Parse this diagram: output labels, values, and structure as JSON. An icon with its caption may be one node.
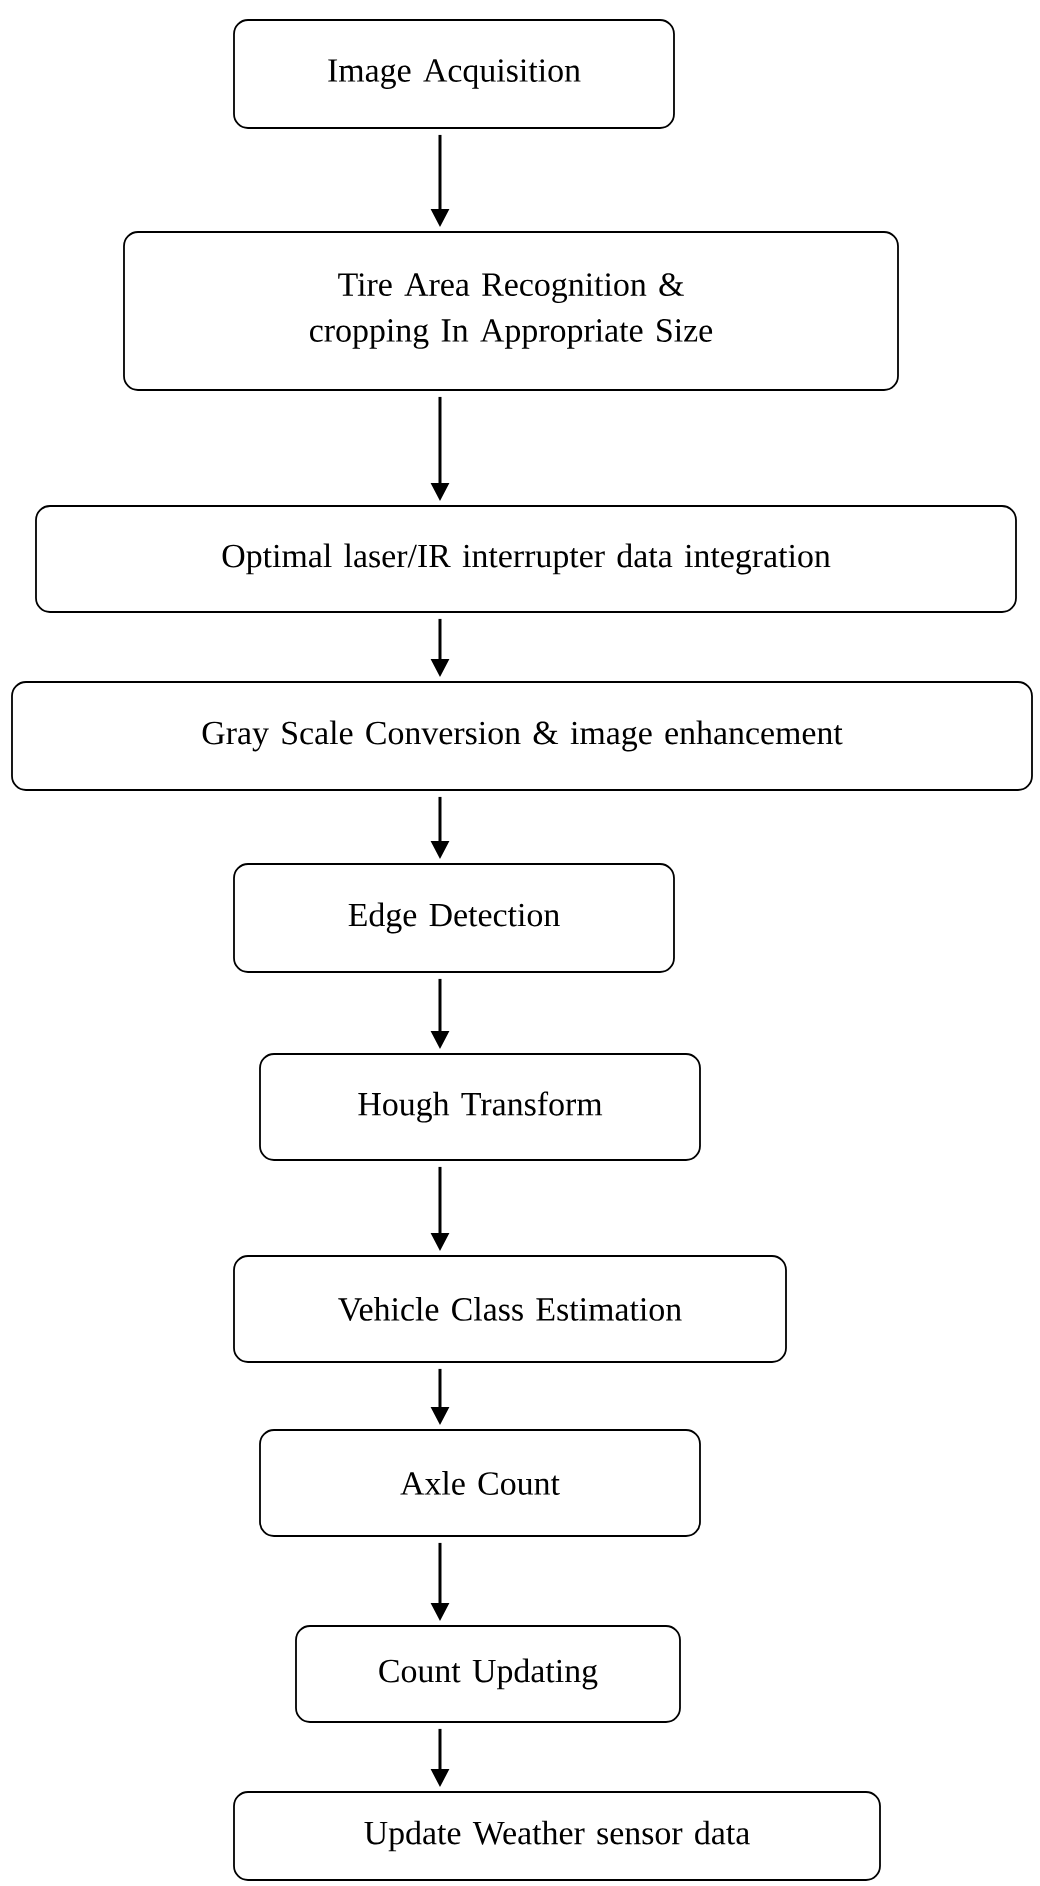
{
  "diagram": {
    "nodes": [
      {
        "text": [
          "Image Acquisition"
        ]
      },
      {
        "text": [
          "Tire Area Recognition & cropping In Appropriate Size"
        ]
      },
      {
        "text": [
          "Optimal laser/IR interrupter data integration"
        ]
      },
      {
        "text": [
          "Gray Scale Conversion & image enhancement"
        ]
      },
      {
        "text": [
          "Edge Detection"
        ]
      },
      {
        "text": [
          "Hough Transform"
        ]
      },
      {
        "text": [
          "Vehicle Class Estimation"
        ]
      },
      {
        "text": [
          "Axle Count"
        ]
      },
      {
        "text": [
          "Count Updating"
        ]
      },
      {
        "text": [
          "Update Weather sensor data"
        ]
      }
    ],
    "edges": [
      {
        "from": 0,
        "to": 1,
        "arrow": "to"
      },
      {
        "from": 1,
        "to": 2,
        "arrow": "to"
      },
      {
        "from": 2,
        "to": 3,
        "arrow": "to"
      },
      {
        "from": 3,
        "to": 4,
        "arrow": "to"
      },
      {
        "from": 4,
        "to": 5,
        "arrow": "to"
      },
      {
        "from": 5,
        "to": 6,
        "arrow": "to"
      },
      {
        "from": 6,
        "to": 7,
        "arrow": "to"
      },
      {
        "from": 7,
        "to": 8,
        "arrow": "to"
      },
      {
        "from": 8,
        "to": 9,
        "arrow": "to"
      }
    ]
  }
}
